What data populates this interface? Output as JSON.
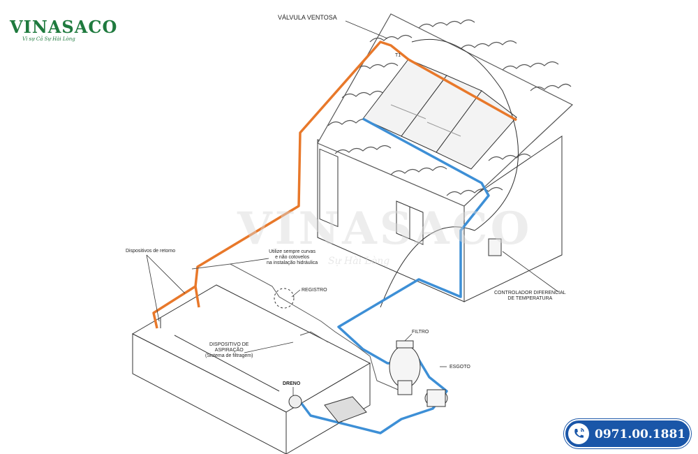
{
  "brand": {
    "name": "VINASACO",
    "tagline": "Vì sự Cả Sự Hài Lòng",
    "accent": "#1f7a3e",
    "swoosh_color": "#d61f26"
  },
  "watermark": {
    "name": "VINASACO",
    "tagline": "Sự Hài Lòng"
  },
  "diagram": {
    "labels": {
      "valvula": "VÁLVULA VENTOSA",
      "t1": "T1",
      "retorno": "Dispositivos de retorno",
      "curvas_1": "Utilize sempre curvas",
      "curvas_2": "e não cotovelos",
      "curvas_3": "na instalação hidráulica",
      "registro": "REGISTRO",
      "aspiracao_1": "DISPOSITIVO DE",
      "aspiracao_2": "ASPIRAÇÃO",
      "aspiracao_3": "(Sistema de filtragem)",
      "filtro": "FILTRO",
      "esgoto": "ESGOTO",
      "dreno": "DRENO",
      "controlador_1": "CONTROLADOR DIFERENCIAL",
      "controlador_2": "DE TEMPERATURA"
    },
    "colors": {
      "hot_pipe": "#e8782a",
      "cold_pipe": "#3d8fd6",
      "line": "#333333",
      "roof": "#555555"
    }
  },
  "contact": {
    "phone": "0971.00.1881",
    "button_color": "#1a56a8"
  }
}
